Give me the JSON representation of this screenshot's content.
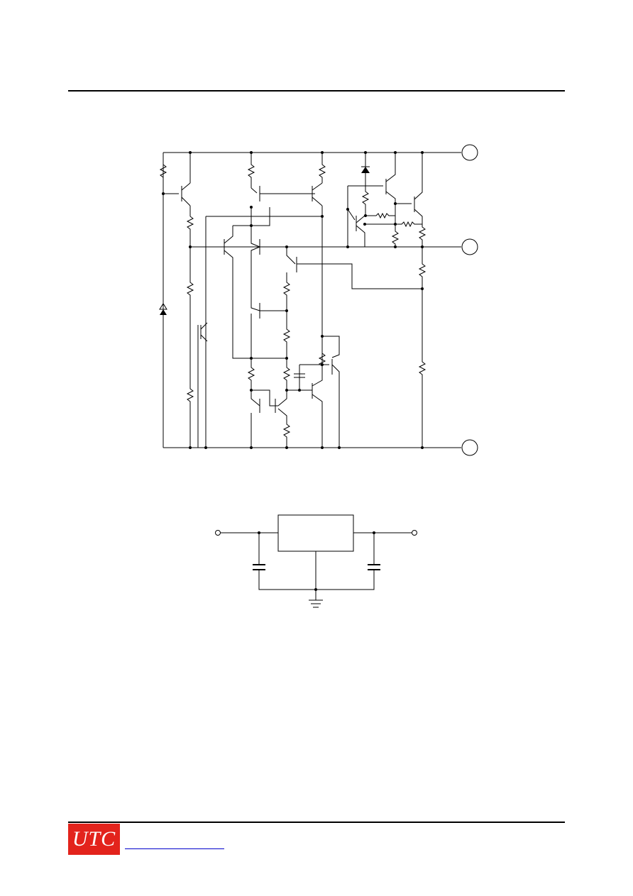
{
  "brand": {
    "logo_text": "UTC",
    "logo_color": "#e3231c",
    "link_color": "#0000cc"
  },
  "circuit": {
    "terminals": [
      "input-terminal",
      "output-terminal",
      "ground-terminal"
    ]
  },
  "application": {
    "blocks": [
      "regulator-block"
    ],
    "components": [
      "input-capacitor",
      "output-capacitor",
      "ground-symbol"
    ]
  }
}
